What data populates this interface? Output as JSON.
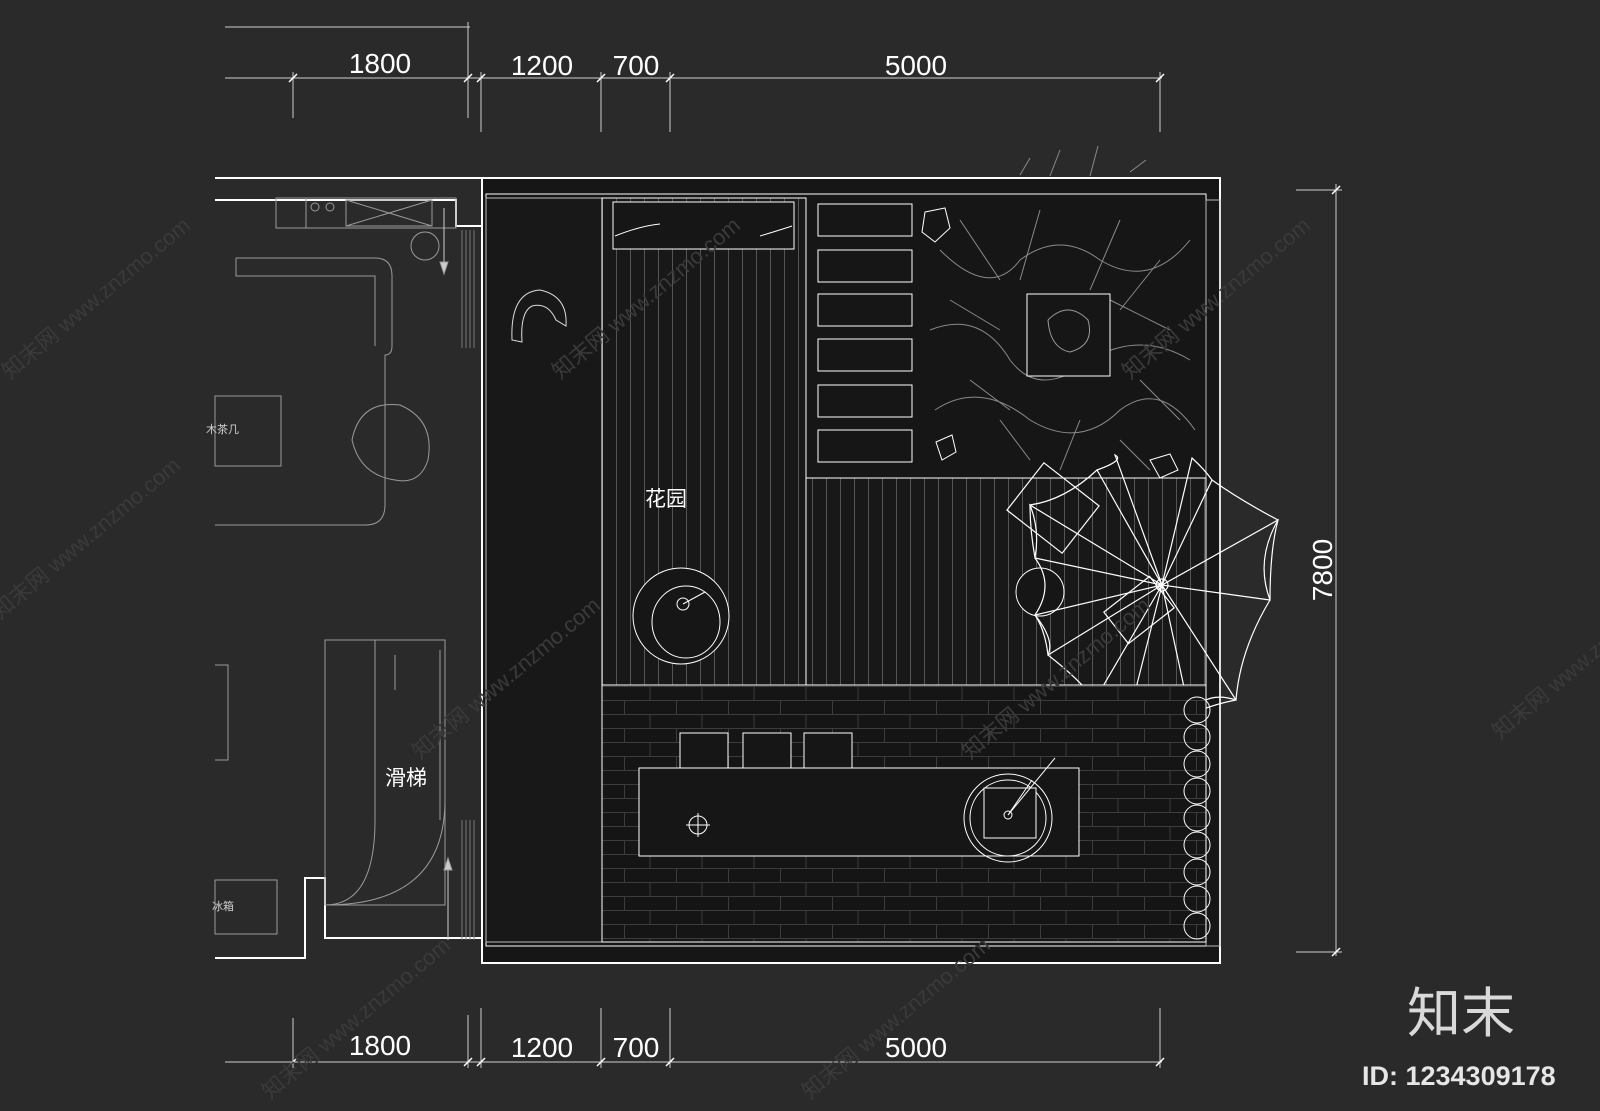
{
  "dimensions": {
    "top": [
      "1800",
      "1200",
      "700",
      "5000"
    ],
    "bottom": [
      "1800",
      "1200",
      "700",
      "5000"
    ],
    "right": "7800"
  },
  "rooms": {
    "garden": "花园",
    "slide": "滑梯",
    "tea_table": "木茶几",
    "fridge": "冰箱"
  },
  "watermark": {
    "text": "知末网 www.znzmo.com",
    "logo": "知末",
    "id": "ID: 1234309178"
  },
  "colors": {
    "background": "#2a2a2a",
    "floor": "#161616",
    "line": "#ffffff"
  }
}
